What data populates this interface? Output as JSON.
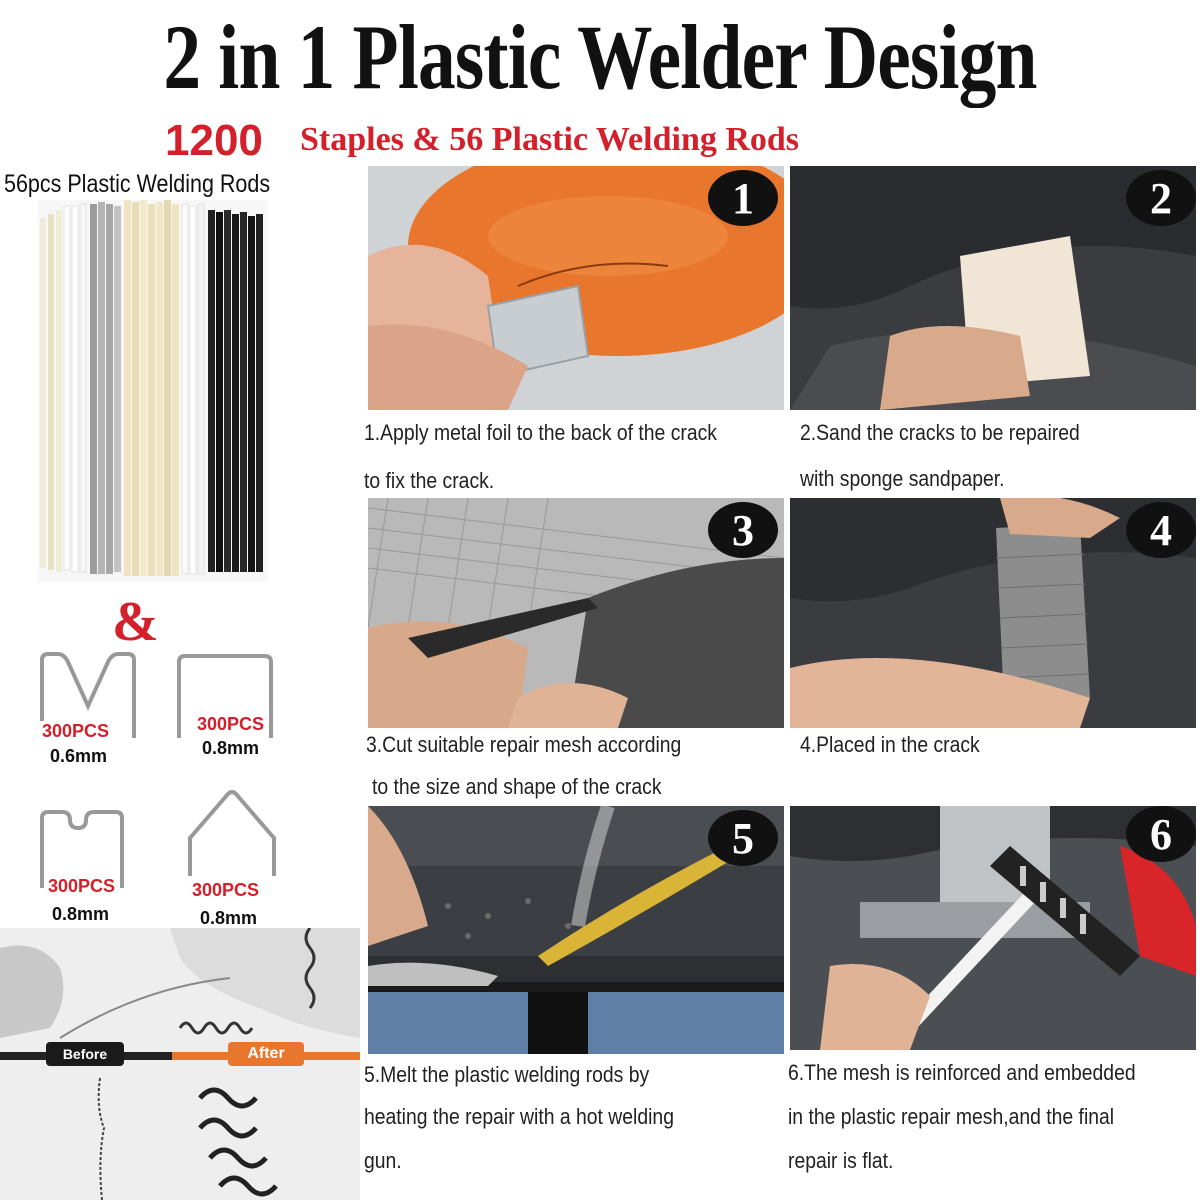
{
  "header": {
    "title": "2 in 1 Plastic Welder Design",
    "count": "1200",
    "subtitle": "Staples & 56 Plastic Welding Rods"
  },
  "rods": {
    "label": "56pcs Plastic Welding Rods",
    "ampersand": "&"
  },
  "staples": [
    {
      "qty": "300PCS",
      "size": "0.6mm",
      "shape": "v-staple-icon"
    },
    {
      "qty": "300PCS",
      "size": "0.8mm",
      "shape": "flat-staple-icon"
    },
    {
      "qty": "300PCS",
      "size": "0.8mm",
      "shape": "wave-staple-icon"
    },
    {
      "qty": "300PCS",
      "size": "0.8mm",
      "shape": "pointed-staple-icon"
    }
  ],
  "comparison": {
    "before": "Before",
    "after": "After"
  },
  "steps": [
    {
      "number": "1",
      "lines": [
        "1.Apply metal foil to the back of the crack",
        "to fix the crack."
      ]
    },
    {
      "number": "2",
      "lines": [
        "2.Sand the cracks to be repaired",
        "with sponge sandpaper."
      ]
    },
    {
      "number": "3",
      "lines": [
        "3.Cut suitable repair mesh according",
        "to the size and shape of the crack"
      ]
    },
    {
      "number": "4",
      "lines": [
        "4.Placed in the crack"
      ]
    },
    {
      "number": "5",
      "lines": [
        "5.Melt the plastic welding rods by",
        "heating the repair with a hot welding",
        "gun."
      ]
    },
    {
      "number": "6",
      "lines": [
        "6.The mesh is reinforced and embedded",
        "in the plastic repair mesh,and the final",
        "repair is flat."
      ]
    }
  ],
  "colors": {
    "accent_red": "#d4202a",
    "badge": "#111111",
    "orange": "#e8762c"
  }
}
